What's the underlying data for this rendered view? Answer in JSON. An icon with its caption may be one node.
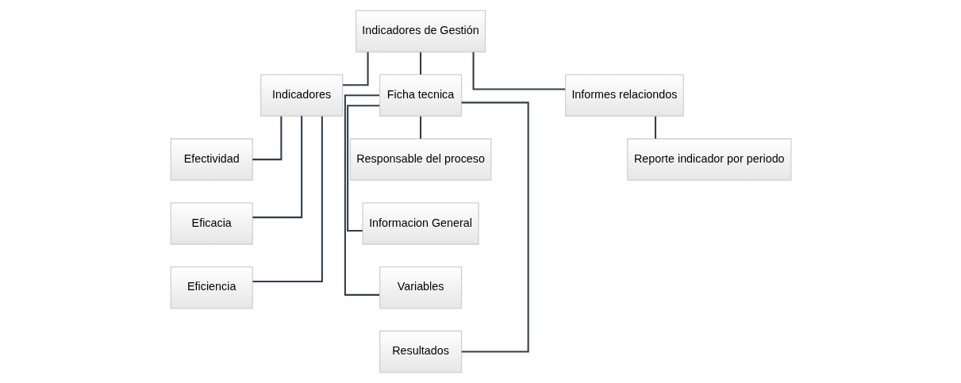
{
  "diagram": {
    "nodes": [
      {
        "text": [
          "Indicadores de Gestión"
        ]
      },
      {
        "text": [
          "Indicadores"
        ]
      },
      {
        "text": [
          "Ficha tecnica"
        ]
      },
      {
        "text": [
          "Informes relaciondos"
        ]
      },
      {
        "text": [
          "Efectividad"
        ]
      },
      {
        "text": [
          "Eficacia"
        ]
      },
      {
        "text": [
          "Eficiencia"
        ]
      },
      {
        "text": [
          "Responsable del proceso"
        ]
      },
      {
        "text": [
          "Informacion General"
        ]
      },
      {
        "text": [
          "Variables"
        ]
      },
      {
        "text": [
          "Resultados"
        ]
      },
      {
        "text": [
          "Reporte indicador por periodo"
        ]
      }
    ],
    "edges": [
      {
        "from": 0,
        "to": 1,
        "arrow": "none"
      },
      {
        "from": 0,
        "to": 2,
        "arrow": "none"
      },
      {
        "from": 0,
        "to": 3,
        "arrow": "none"
      },
      {
        "from": 1,
        "to": 4,
        "arrow": "none"
      },
      {
        "from": 1,
        "to": 5,
        "arrow": "none"
      },
      {
        "from": 1,
        "to": 6,
        "arrow": "none"
      },
      {
        "from": 2,
        "to": 7,
        "arrow": "none"
      },
      {
        "from": 2,
        "to": 8,
        "arrow": "none"
      },
      {
        "from": 2,
        "to": 9,
        "arrow": "none"
      },
      {
        "from": 2,
        "to": 10,
        "arrow": "none"
      },
      {
        "from": 3,
        "to": 11,
        "arrow": "none"
      }
    ]
  }
}
